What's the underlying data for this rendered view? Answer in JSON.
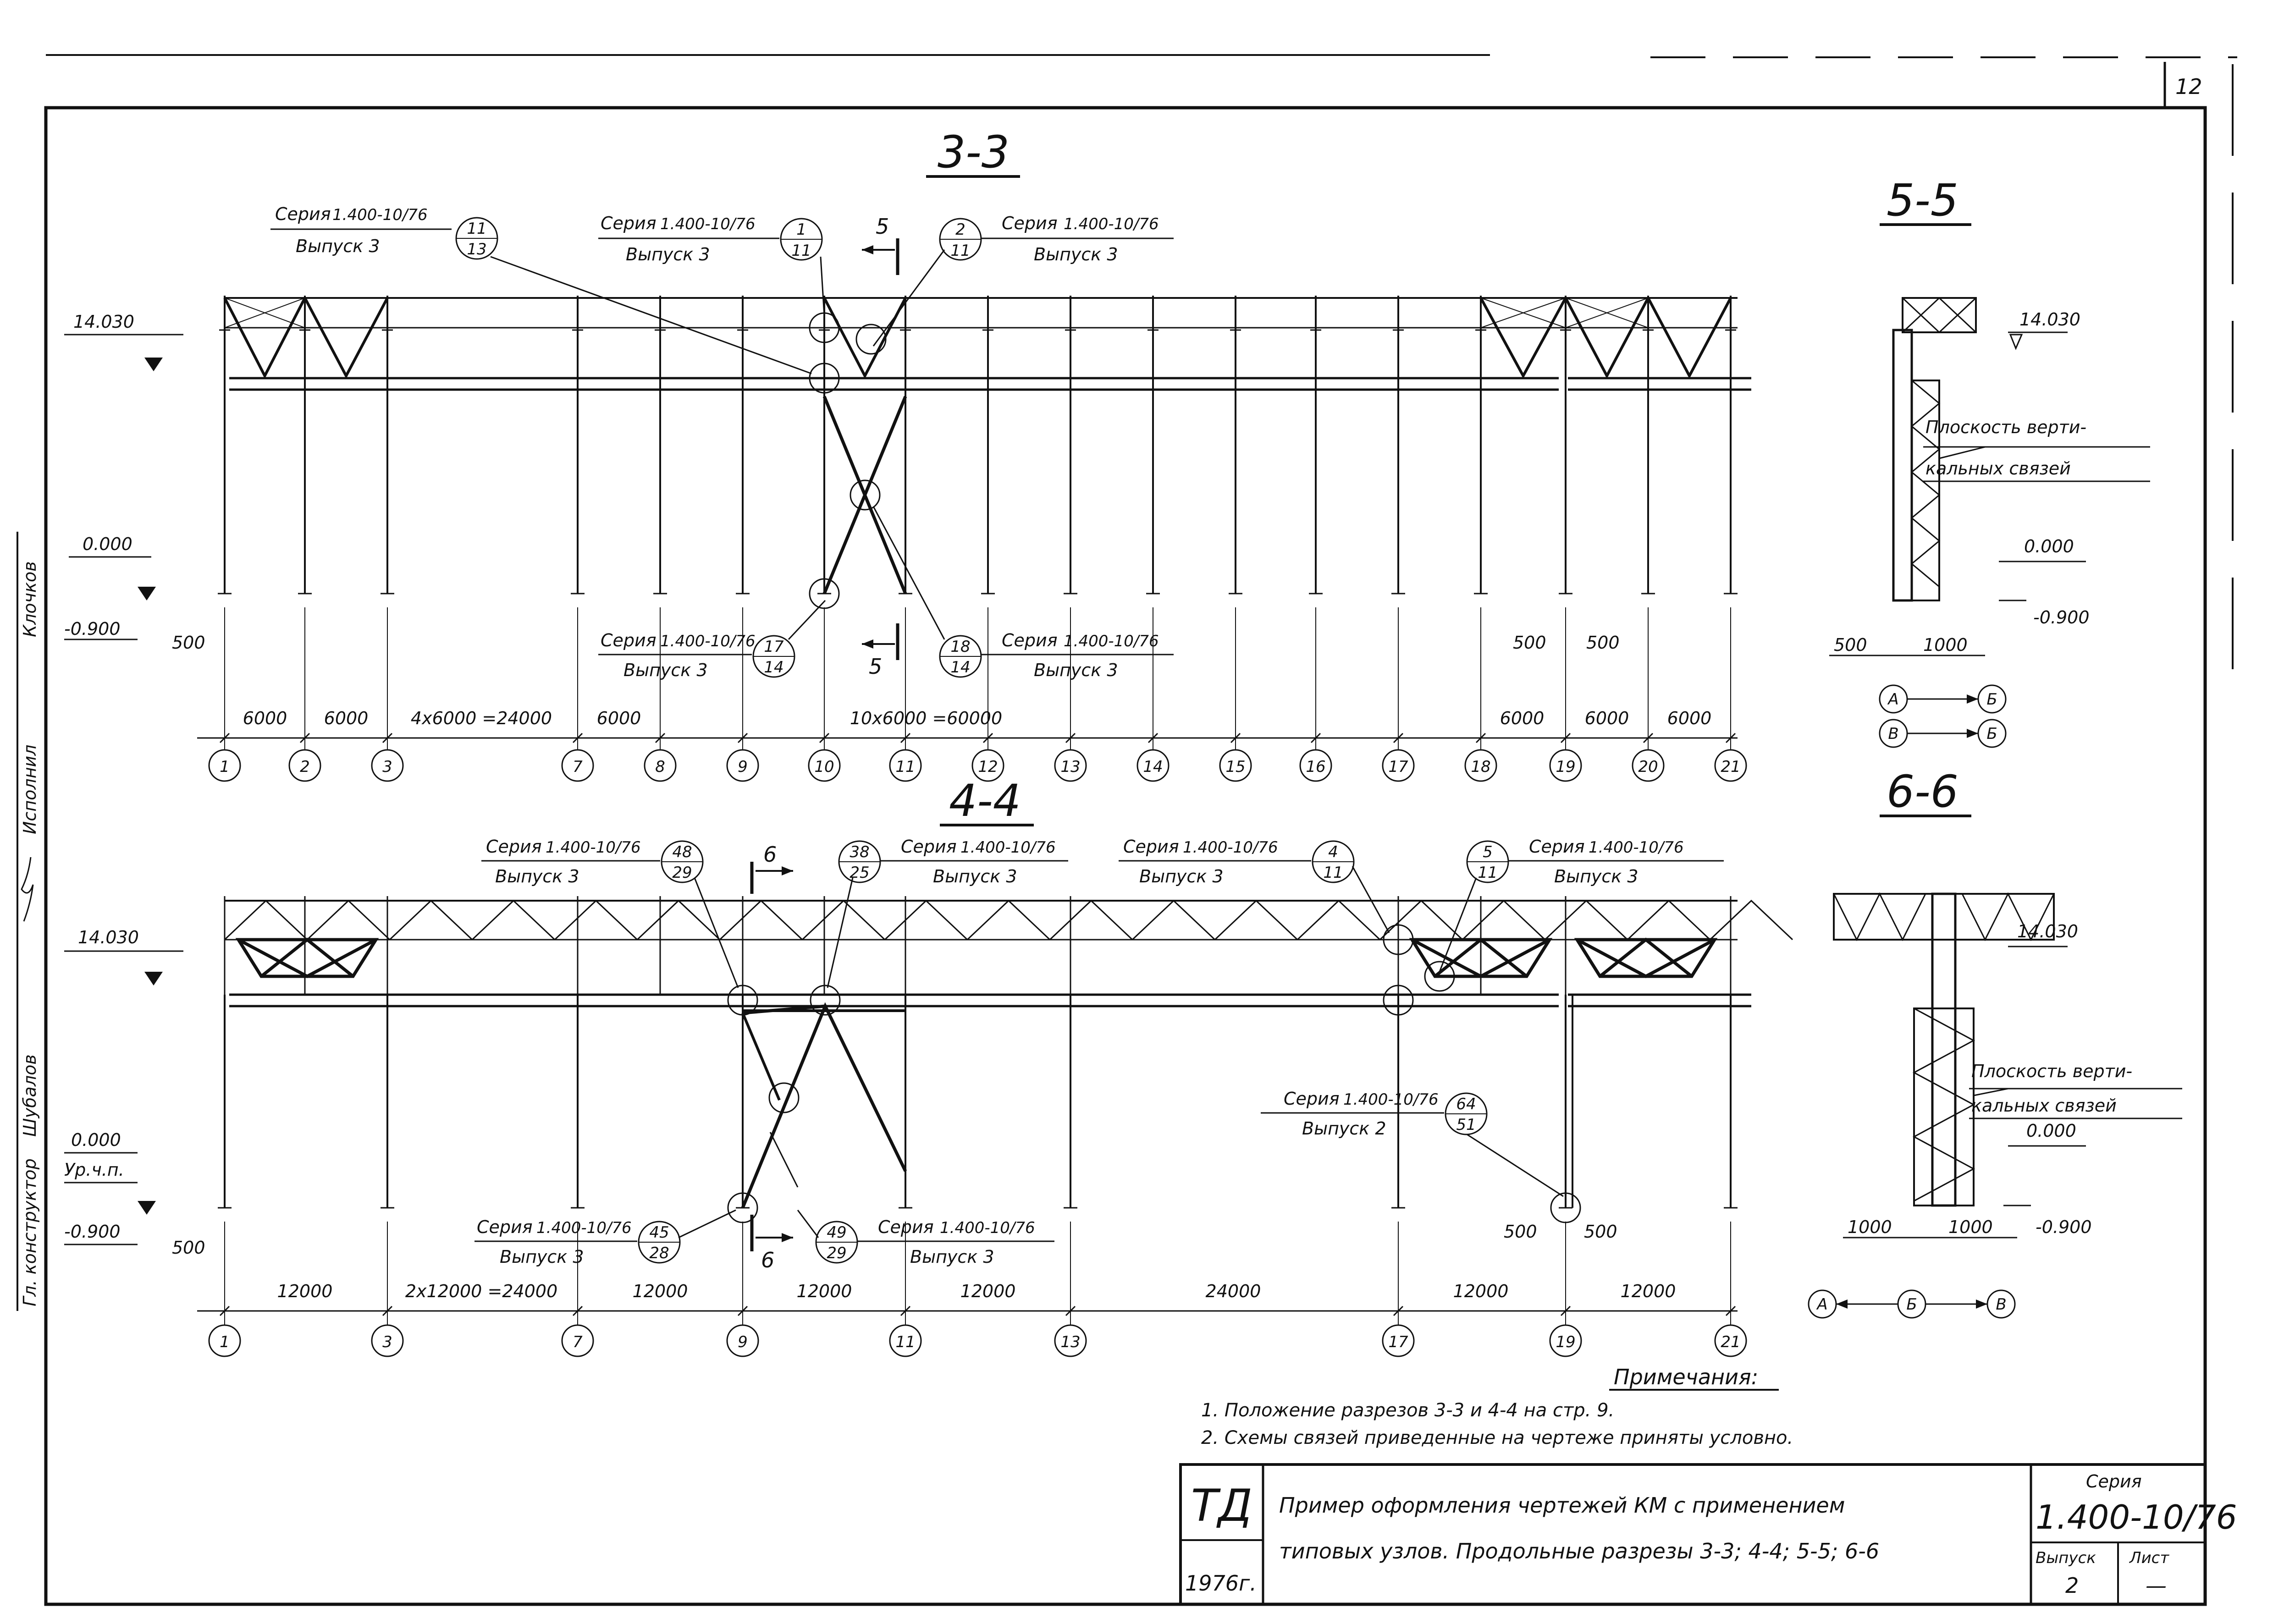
{
  "sheet_number": "12",
  "side_labels": {
    "chief_designer_title": "Гл. конструктор",
    "chief_designer_name": "Шубалов",
    "executor_title": "Исполнил",
    "executor_name": "Клочков"
  },
  "series_word": "Серия",
  "series_code": "1.400-10/76",
  "vypusk3": "Выпуск 3",
  "vypusk2": "Выпуск 2",
  "section33": {
    "title": "3-3",
    "callouts": [
      {
        "top": "11",
        "bottom": "13"
      },
      {
        "top": "1",
        "bottom": "11"
      },
      {
        "top": "2",
        "bottom": "11"
      },
      {
        "top": "17",
        "bottom": "14"
      },
      {
        "top": "18",
        "bottom": "14"
      }
    ],
    "cut_label": "5",
    "elev_top": "14.030",
    "elev_zero": "0.000",
    "elev_neg": "-0.900",
    "dim_left": "500",
    "dim_right_a": "500",
    "dim_right_b": "500",
    "spans": [
      "6000",
      "6000",
      "4x6000 =24000",
      "6000",
      "10x6000 =60000",
      "6000",
      "6000",
      "6000"
    ],
    "axes": [
      "1",
      "2",
      "3",
      "7",
      "8",
      "9",
      "10",
      "11",
      "12",
      "13",
      "14",
      "15",
      "16",
      "17",
      "18",
      "19",
      "20",
      "21"
    ]
  },
  "section44": {
    "title": "4-4",
    "callouts": [
      {
        "top": "48",
        "bottom": "29"
      },
      {
        "top": "38",
        "bottom": "25"
      },
      {
        "top": "4",
        "bottom": "11"
      },
      {
        "top": "5",
        "bottom": "11"
      },
      {
        "top": "64",
        "bottom": "51"
      },
      {
        "top": "45",
        "bottom": "28"
      },
      {
        "top": "49",
        "bottom": "29"
      }
    ],
    "cut_label": "6",
    "elev_top": "14.030",
    "elev_zero": "0.000",
    "elev_floor": "Ур.ч.п.",
    "elev_neg": "-0.900",
    "dim_left": "500",
    "dim_right_a": "500",
    "dim_right_b": "500",
    "spans": [
      "12000",
      "2x12000 =24000",
      "12000",
      "12000",
      "12000",
      "24000",
      "12000",
      "12000"
    ],
    "axes": [
      "1",
      "3",
      "7",
      "9",
      "11",
      "13",
      "17",
      "19",
      "21"
    ]
  },
  "section55": {
    "title": "5-5",
    "elev_top": "14.030",
    "elev_zero": "0.000",
    "elev_neg": "-0.900",
    "plane_line1": "Плоскость верти-",
    "plane_line2": "кальных связей",
    "dims": [
      "500",
      "1000"
    ],
    "legend": [
      [
        "А",
        "Б"
      ],
      [
        "В",
        "Б"
      ]
    ]
  },
  "section66": {
    "title": "6-6",
    "elev_top": "14.030",
    "elev_zero": "0.000",
    "elev_neg": "-0.900",
    "plane_line1": "Плоскость верти-",
    "plane_line2": "кальных связей",
    "dims": [
      "1000",
      "1000"
    ],
    "legend": [
      "А",
      "Б",
      "В"
    ]
  },
  "notes": {
    "title": "Примечания:",
    "items": [
      "1. Положение разрезов 3-3 и 4-4 на стр. 9.",
      "2. Схемы связей приведенные на чертеже приняты условно."
    ]
  },
  "title_block": {
    "org": "ТД",
    "year": "1976г.",
    "line1": "Пример оформления чертежей КМ с применением",
    "line2": "типовых узлов. Продольные разрезы 3-3; 4-4; 5-5; 6-6",
    "series_label": "Серия",
    "series_value": "1.400-10/76",
    "issue_label": "Выпуск",
    "issue_value": "2",
    "sheet_label": "Лист",
    "sheet_value": "—"
  },
  "colors": {
    "ink": "#111111",
    "paper": "#ffffff"
  }
}
